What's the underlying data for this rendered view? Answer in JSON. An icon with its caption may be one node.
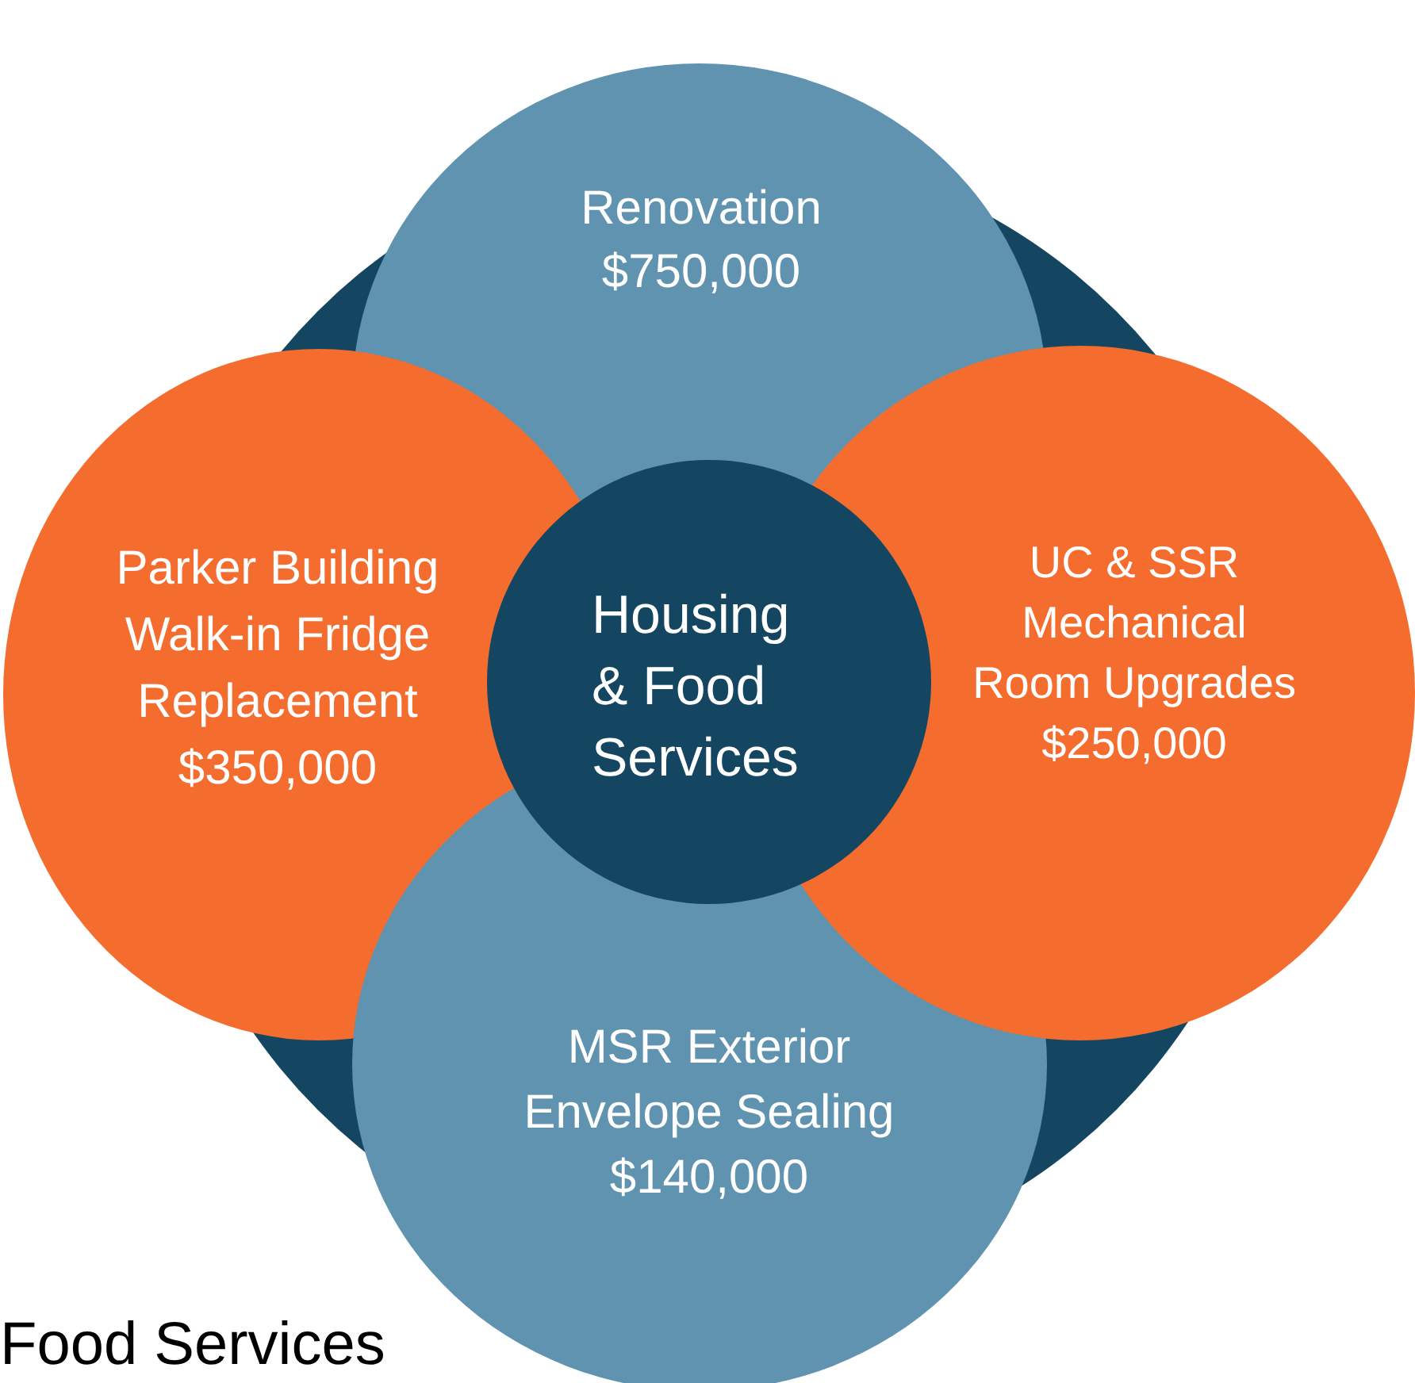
{
  "diagram": {
    "nodes": [
      {
        "text": [
          "Renovation",
          "$750,000"
        ]
      },
      {
        "text": [
          "Parker Building Walk-in Fridge Replacement",
          "$350,000"
        ]
      },
      {
        "text": [
          "Housing & Food Services"
        ]
      },
      {
        "text": [
          "UC & SSR Mechanical Room Upgrades",
          "$250,000"
        ]
      },
      {
        "text": [
          "MSR Exterior Envelope Sealing",
          "$140,000"
        ]
      }
    ],
    "labels": [
      "Food Services"
    ]
  }
}
